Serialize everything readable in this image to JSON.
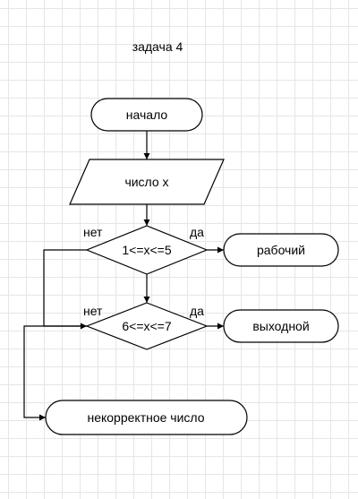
{
  "diagram": {
    "title": "задача 4",
    "start": "начало",
    "input": "число x",
    "condition1": {
      "text": "1<=x<=5",
      "no": "нет",
      "yes": "да"
    },
    "result1": "рабочий",
    "condition2": {
      "text": "6<=x<=7",
      "no": "нет",
      "yes": "да"
    },
    "result2": "выходной",
    "error": "некорректное число"
  }
}
